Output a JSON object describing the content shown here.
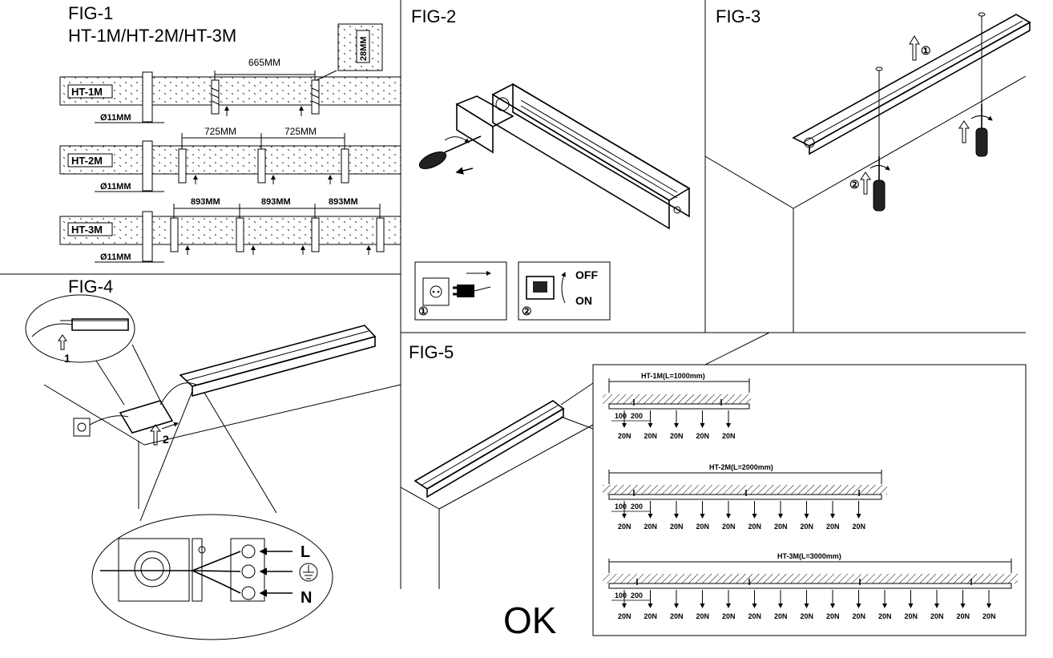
{
  "fig1": {
    "title": "FIG-1",
    "subtitle": "HT-1M/HT-2M/HT-3M",
    "dim_665": "665MM",
    "detail_28": "28MM",
    "row1_label": "HT-1M",
    "row2_label": "HT-2M",
    "row3_label": "HT-3M",
    "drill_label": "Ø11MM",
    "dim_725_a": "725MM",
    "dim_725_b": "725MM",
    "dim_893_a": "893MM",
    "dim_893_b": "893MM",
    "dim_893_c": "893MM"
  },
  "fig2": {
    "title": "FIG-2",
    "step1": "①",
    "step2": "②",
    "off": "OFF",
    "on": "ON"
  },
  "fig3": {
    "title": "FIG-3",
    "step1": "①",
    "step2": "②"
  },
  "fig4": {
    "title": "FIG-4",
    "step1": "1",
    "step2": "2",
    "live": "L",
    "neutral": "N"
  },
  "fig5": {
    "title": "FIG-5",
    "ht1_label": "HT-1M(L=1000mm)",
    "ht2_label": "HT-2M(L=2000mm)",
    "ht3_label": "HT-3M(L=3000mm)",
    "d100": "100",
    "d200": "200",
    "force": "20N",
    "ht1_count": 5,
    "ht2_count": 10,
    "ht3_count": 15
  },
  "ok": "OK"
}
